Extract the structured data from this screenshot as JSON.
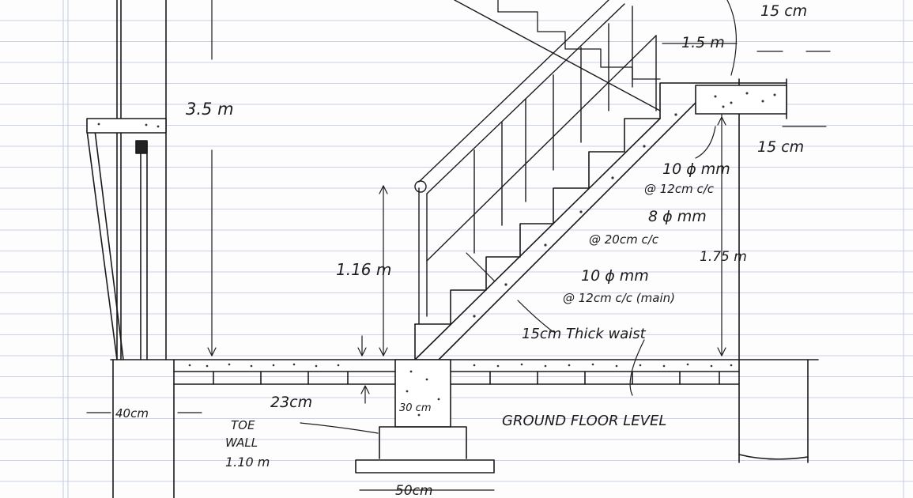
{
  "drawing": {
    "labels": {
      "top_landing_thickness": "15 cm",
      "landing_width": "1.5 m",
      "total_height": "3.5 m",
      "bottom_landing_thickness": "15 cm",
      "rebar_1": "10 ϕ mm",
      "rebar_1_spacing": "@ 12cm c/c",
      "rebar_2": "8 ϕ mm",
      "rebar_2_spacing": "@ 20cm c/c",
      "flight_height": "1.75 m",
      "rebar_main": "10 ϕ mm",
      "rebar_main_spacing": "@ 12cm c/c (main)",
      "railing_height": "1.16 m",
      "waist": "15cm Thick waist",
      "toe_wall_depth": "23cm",
      "toe_wall_section": "30 cm",
      "toe_wall_label_line1": "TOE",
      "toe_wall_label_line2": "WALL",
      "toe_wall_label_line3": "1.10 m",
      "ground_floor": "GROUND FLOOR LEVEL",
      "wall_width": "40cm",
      "footing_width": "50cm"
    }
  }
}
